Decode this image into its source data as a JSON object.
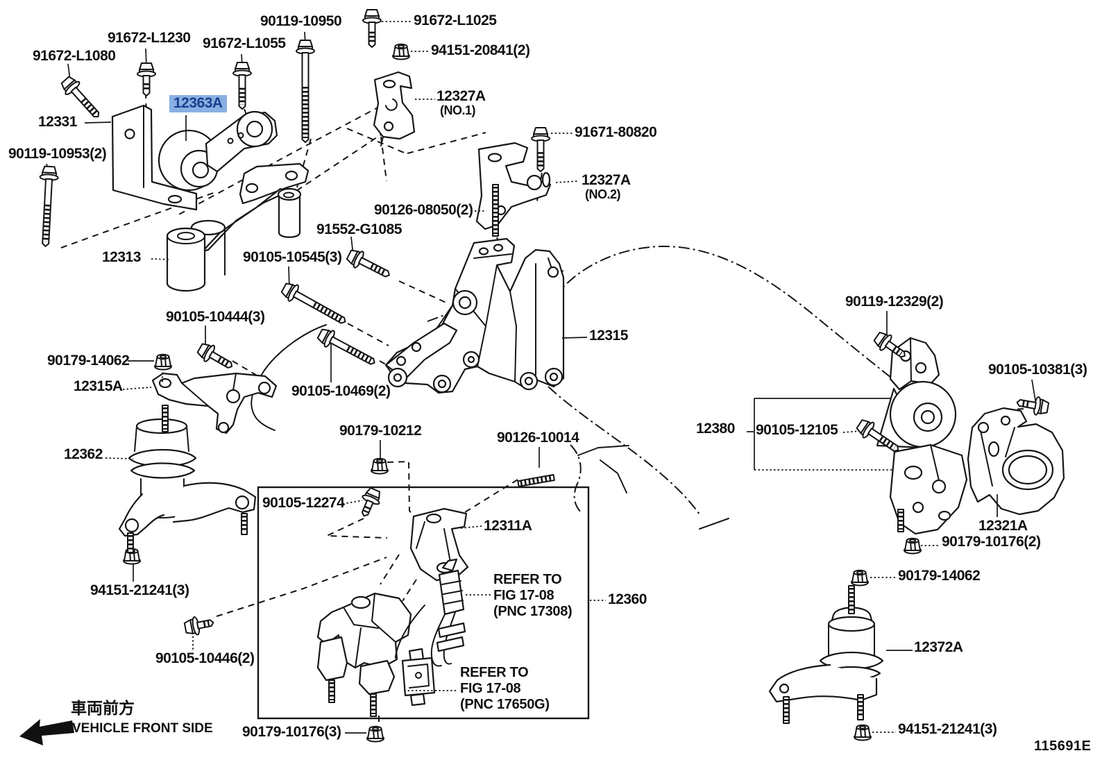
{
  "diagram": {
    "figure_code": "115691E",
    "orientation_label_jp": "車両前方",
    "orientation_label_en": "VEHICLE FRONT SIDE",
    "highlighted_part": "12363A",
    "highlight_bg": "#8AB0E3",
    "highlight_text": "#1B3F8F",
    "line_color": "#161616"
  },
  "labels": [
    {
      "id": "p91672L1080",
      "text": "91672-L1080"
    },
    {
      "id": "p91672L1230",
      "text": "91672-L1230"
    },
    {
      "id": "p91672L1055",
      "text": "91672-L1055"
    },
    {
      "id": "p9011910950",
      "text": "90119-10950"
    },
    {
      "id": "p91672L1025",
      "text": "91672-L1025"
    },
    {
      "id": "p9415120841",
      "text": "94151-20841(2)"
    },
    {
      "id": "p12363A",
      "text": "12363A",
      "highlight": true
    },
    {
      "id": "p12331",
      "text": "12331"
    },
    {
      "id": "p9011910953",
      "text": "90119-10953(2)"
    },
    {
      "id": "p12327A1",
      "text": "12327A",
      "sub": "(NO.1)"
    },
    {
      "id": "p9167180820",
      "text": "91671-80820"
    },
    {
      "id": "p12327A2",
      "text": "12327A",
      "sub": "(NO.2)"
    },
    {
      "id": "p9012608050",
      "text": "90126-08050(2)"
    },
    {
      "id": "p91552G1085",
      "text": "91552-G1085"
    },
    {
      "id": "p12313",
      "text": "12313"
    },
    {
      "id": "p9010510545",
      "text": "90105-10545(3)"
    },
    {
      "id": "p9010510444",
      "text": "90105-10444(3)"
    },
    {
      "id": "p9017914062L",
      "text": "90179-14062"
    },
    {
      "id": "p12315A",
      "text": "12315A"
    },
    {
      "id": "p12315",
      "text": "12315"
    },
    {
      "id": "p9010510469",
      "text": "90105-10469(2)"
    },
    {
      "id": "p12362",
      "text": "12362"
    },
    {
      "id": "p9017910212",
      "text": "90179-10212"
    },
    {
      "id": "p9012610014",
      "text": "90126-10014"
    },
    {
      "id": "p9010512274",
      "text": "90105-12274"
    },
    {
      "id": "p12311A",
      "text": "12311A"
    },
    {
      "id": "p12380",
      "text": "12380"
    },
    {
      "id": "p9010512105",
      "text": "90105-12105"
    },
    {
      "id": "p9011912329",
      "text": "90119-12329(2)"
    },
    {
      "id": "p9010510381",
      "text": "90105-10381(3)"
    },
    {
      "id": "p12321A",
      "text": "12321A"
    },
    {
      "id": "p9017910176_2",
      "text": "90179-10176(2)"
    },
    {
      "id": "p9017914062R",
      "text": "90179-14062"
    },
    {
      "id": "p12372A",
      "text": "12372A"
    },
    {
      "id": "p9415121241R",
      "text": "94151-21241(3)"
    },
    {
      "id": "p9415121241L",
      "text": "94151-21241(3)"
    },
    {
      "id": "p9010510446",
      "text": "90105-10446(2)"
    },
    {
      "id": "p9017910176_3",
      "text": "90179-10176(3)"
    },
    {
      "id": "p12360",
      "text": "12360"
    },
    {
      "id": "refer1",
      "lines": [
        "REFER TO",
        "FIG 17-08",
        "(PNC 17308)"
      ]
    },
    {
      "id": "refer2",
      "lines": [
        "REFER TO",
        "FIG 17-08",
        "(PNC 17650G)"
      ]
    }
  ]
}
